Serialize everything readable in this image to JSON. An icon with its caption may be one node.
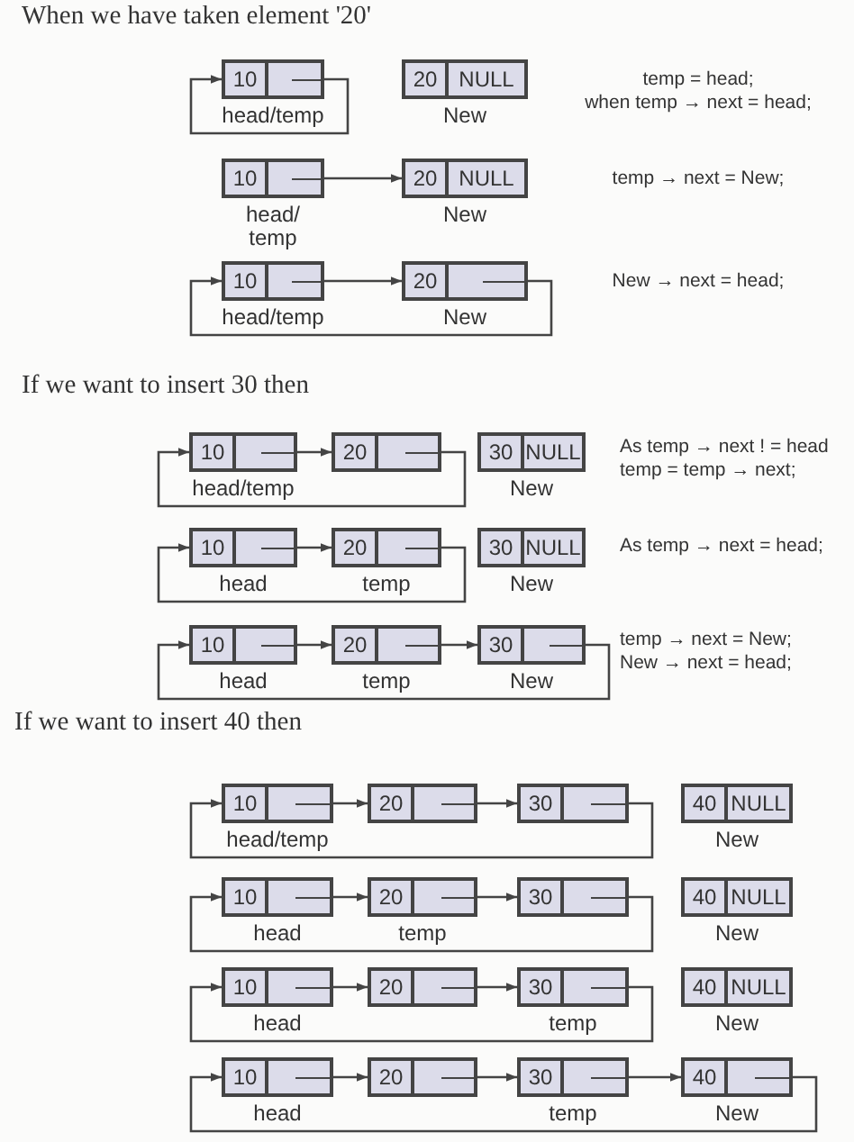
{
  "diagram": {
    "nodes": [
      {
        "text": [
          "10"
        ],
        "beside": [
          "head/temp"
        ]
      },
      {
        "text": [
          "20",
          "NULL"
        ],
        "beside": [
          "New"
        ]
      },
      {
        "text": [
          "10"
        ],
        "beside": [
          "head/ temp"
        ]
      },
      {
        "text": [
          "20",
          "NULL"
        ],
        "beside": [
          "New"
        ]
      },
      {
        "text": [
          "10"
        ],
        "beside": [
          "head/temp"
        ]
      },
      {
        "text": [
          "20"
        ],
        "beside": [
          "New"
        ]
      },
      {
        "text": [
          "10"
        ],
        "beside": [
          "head/temp"
        ]
      },
      {
        "text": [
          "20"
        ]
      },
      {
        "text": [
          "30",
          "NULL"
        ],
        "beside": [
          "New"
        ]
      },
      {
        "text": [
          "10"
        ],
        "beside": [
          "head"
        ]
      },
      {
        "text": [
          "20"
        ],
        "beside": [
          "temp"
        ]
      },
      {
        "text": [
          "30",
          "NULL"
        ],
        "beside": [
          "New"
        ]
      },
      {
        "text": [
          "10"
        ],
        "beside": [
          "head"
        ]
      },
      {
        "text": [
          "20"
        ],
        "beside": [
          "temp"
        ]
      },
      {
        "text": [
          "30"
        ],
        "beside": [
          "New"
        ]
      },
      {
        "text": [
          "10"
        ],
        "beside": [
          "head/temp"
        ]
      },
      {
        "text": [
          "20"
        ]
      },
      {
        "text": [
          "30"
        ]
      },
      {
        "text": [
          "40",
          "NULL"
        ],
        "beside": [
          "New"
        ]
      },
      {
        "text": [
          "10"
        ],
        "beside": [
          "head"
        ]
      },
      {
        "text": [
          "20"
        ],
        "beside": [
          "temp"
        ]
      },
      {
        "text": [
          "30"
        ]
      },
      {
        "text": [
          "40",
          "NULL"
        ],
        "beside": [
          "New"
        ]
      },
      {
        "text": [
          "10"
        ],
        "beside": [
          "head"
        ]
      },
      {
        "text": [
          "20"
        ]
      },
      {
        "text": [
          "30"
        ],
        "beside": [
          "temp"
        ]
      },
      {
        "text": [
          "40",
          "NULL"
        ],
        "beside": [
          "New"
        ]
      },
      {
        "text": [
          "10"
        ],
        "beside": [
          "head"
        ]
      },
      {
        "text": [
          "20"
        ]
      },
      {
        "text": [
          "30"
        ],
        "beside": [
          "temp"
        ]
      },
      {
        "text": [
          "40"
        ],
        "beside": [
          "New"
        ]
      }
    ],
    "edges": [
      {
        "from": 0,
        "to": 0,
        "arrow": "to"
      },
      {
        "from": 2,
        "to": 3,
        "arrow": "to"
      },
      {
        "from": 4,
        "to": 5,
        "arrow": "to"
      },
      {
        "from": 5,
        "to": 4,
        "arrow": "to"
      },
      {
        "from": 6,
        "to": 7,
        "arrow": "to"
      },
      {
        "from": 7,
        "to": 6,
        "arrow": "to"
      },
      {
        "from": 9,
        "to": 10,
        "arrow": "to"
      },
      {
        "from": 10,
        "to": 9,
        "arrow": "to"
      },
      {
        "from": 12,
        "to": 13,
        "arrow": "to"
      },
      {
        "from": 13,
        "to": 14,
        "arrow": "to"
      },
      {
        "from": 14,
        "to": 12,
        "arrow": "to"
      },
      {
        "from": 15,
        "to": 16,
        "arrow": "to"
      },
      {
        "from": 16,
        "to": 17,
        "arrow": "to"
      },
      {
        "from": 17,
        "to": 15,
        "arrow": "to"
      },
      {
        "from": 19,
        "to": 20,
        "arrow": "to"
      },
      {
        "from": 20,
        "to": 21,
        "arrow": "to"
      },
      {
        "from": 21,
        "to": 19,
        "arrow": "to"
      },
      {
        "from": 23,
        "to": 24,
        "arrow": "to"
      },
      {
        "from": 24,
        "to": 25,
        "arrow": "to"
      },
      {
        "from": 25,
        "to": 23,
        "arrow": "to"
      },
      {
        "from": 27,
        "to": 28,
        "arrow": "to"
      },
      {
        "from": 28,
        "to": 29,
        "arrow": "to"
      },
      {
        "from": 29,
        "to": 30,
        "arrow": "to"
      },
      {
        "from": 30,
        "to": 27,
        "arrow": "to"
      }
    ],
    "labels": [
      "When we have taken element '20'",
      "temp = head;",
      "when temp → next = head;",
      "temp → next = New;",
      "New → next = head;",
      "If we want to insert 30 then",
      "As temp → next ! = head",
      "temp = temp → next;",
      "As temp → next = head;",
      "temp → next = New;",
      "New → next = head;",
      "If we want to insert 40 then"
    ]
  }
}
